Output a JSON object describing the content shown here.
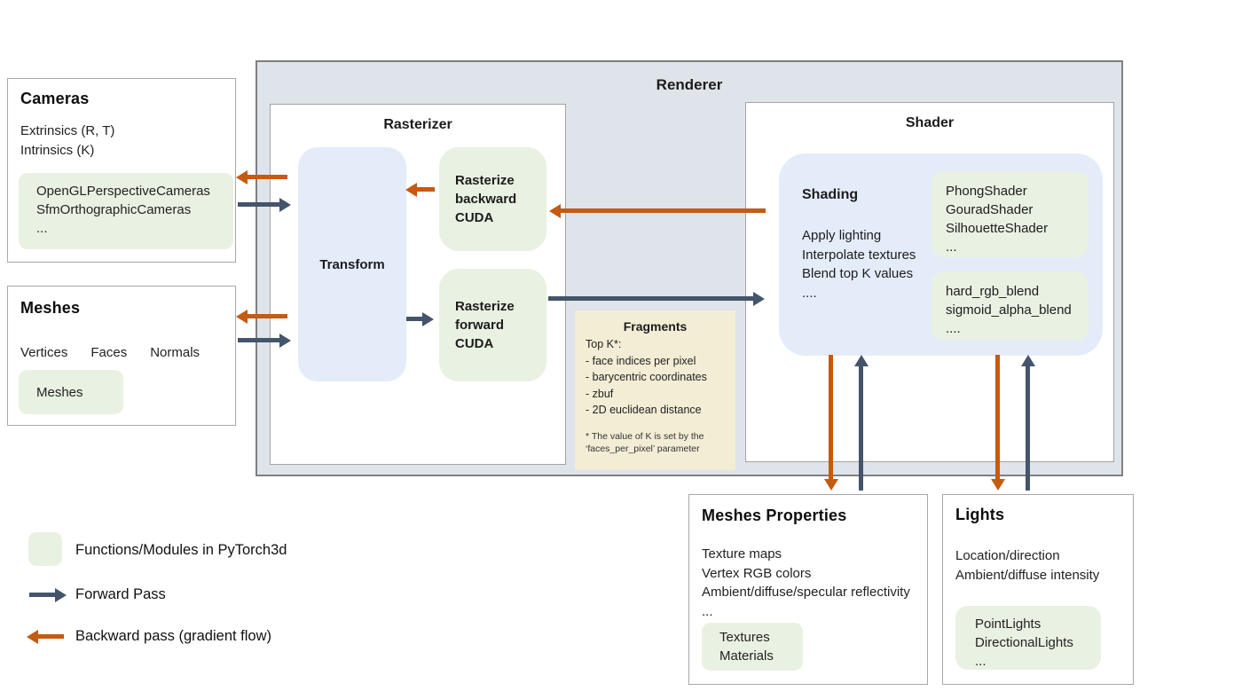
{
  "renderer": {
    "title": "Renderer",
    "rasterizer": {
      "title": "Rasterizer",
      "transform_label": "Transform",
      "rasterize_backward_label": "Rasterize backward CUDA",
      "rasterize_forward_label": "Rasterize forward CUDA"
    },
    "shader": {
      "title": "Shader",
      "shading": {
        "title": "Shading",
        "lines": [
          "Apply lighting",
          "Interpolate textures",
          "Blend top K values",
          "...."
        ],
        "shader_module": [
          "PhongShader",
          "GouradShader",
          "SilhouetteShader",
          "..."
        ],
        "blend_module": [
          "hard_rgb_blend",
          "sigmoid_alpha_blend",
          "...."
        ]
      }
    },
    "fragments": {
      "title": "Fragments",
      "lines": [
        "Top K*:",
        "- face indices per pixel",
        "- barycentric coordinates",
        "- zbuf",
        "- 2D euclidean distance"
      ],
      "footnote": "* The value of K is set by the ‘faces_per_pixel’ parameter"
    }
  },
  "cameras": {
    "title": "Cameras",
    "lines": [
      "Extrinsics (R, T)",
      "Intrinsics (K)"
    ],
    "module": [
      "OpenGLPerspectiveCameras",
      "SfmOrthographicCameras",
      "..."
    ]
  },
  "meshes": {
    "title": "Meshes",
    "columns": [
      "Vertices",
      "Faces",
      "Normals"
    ],
    "module": [
      "Meshes"
    ]
  },
  "meshes_properties": {
    "title": "Meshes Properties",
    "lines": [
      "Texture maps",
      "Vertex RGB colors",
      "Ambient/diffuse/specular reflectivity",
      "..."
    ],
    "module": [
      "Textures",
      "Materials"
    ]
  },
  "lights": {
    "title": "Lights",
    "lines": [
      "Location/direction",
      "Ambient/diffuse intensity"
    ],
    "module": [
      "PointLights",
      "DirectionalLights",
      "..."
    ]
  },
  "legend": {
    "module_label": "Functions/Modules in PyTorch3d",
    "forward_label": "Forward Pass",
    "backward_label": "Backward pass (gradient flow)"
  },
  "colors": {
    "module_green": "#e9f1e2",
    "panel_blue": "#e4ecfa",
    "renderer_background": "#dfe3ea",
    "fragments_background": "#f3edd6",
    "forward_arrow": "#44546a",
    "backward_arrow": "#c55a11"
  }
}
